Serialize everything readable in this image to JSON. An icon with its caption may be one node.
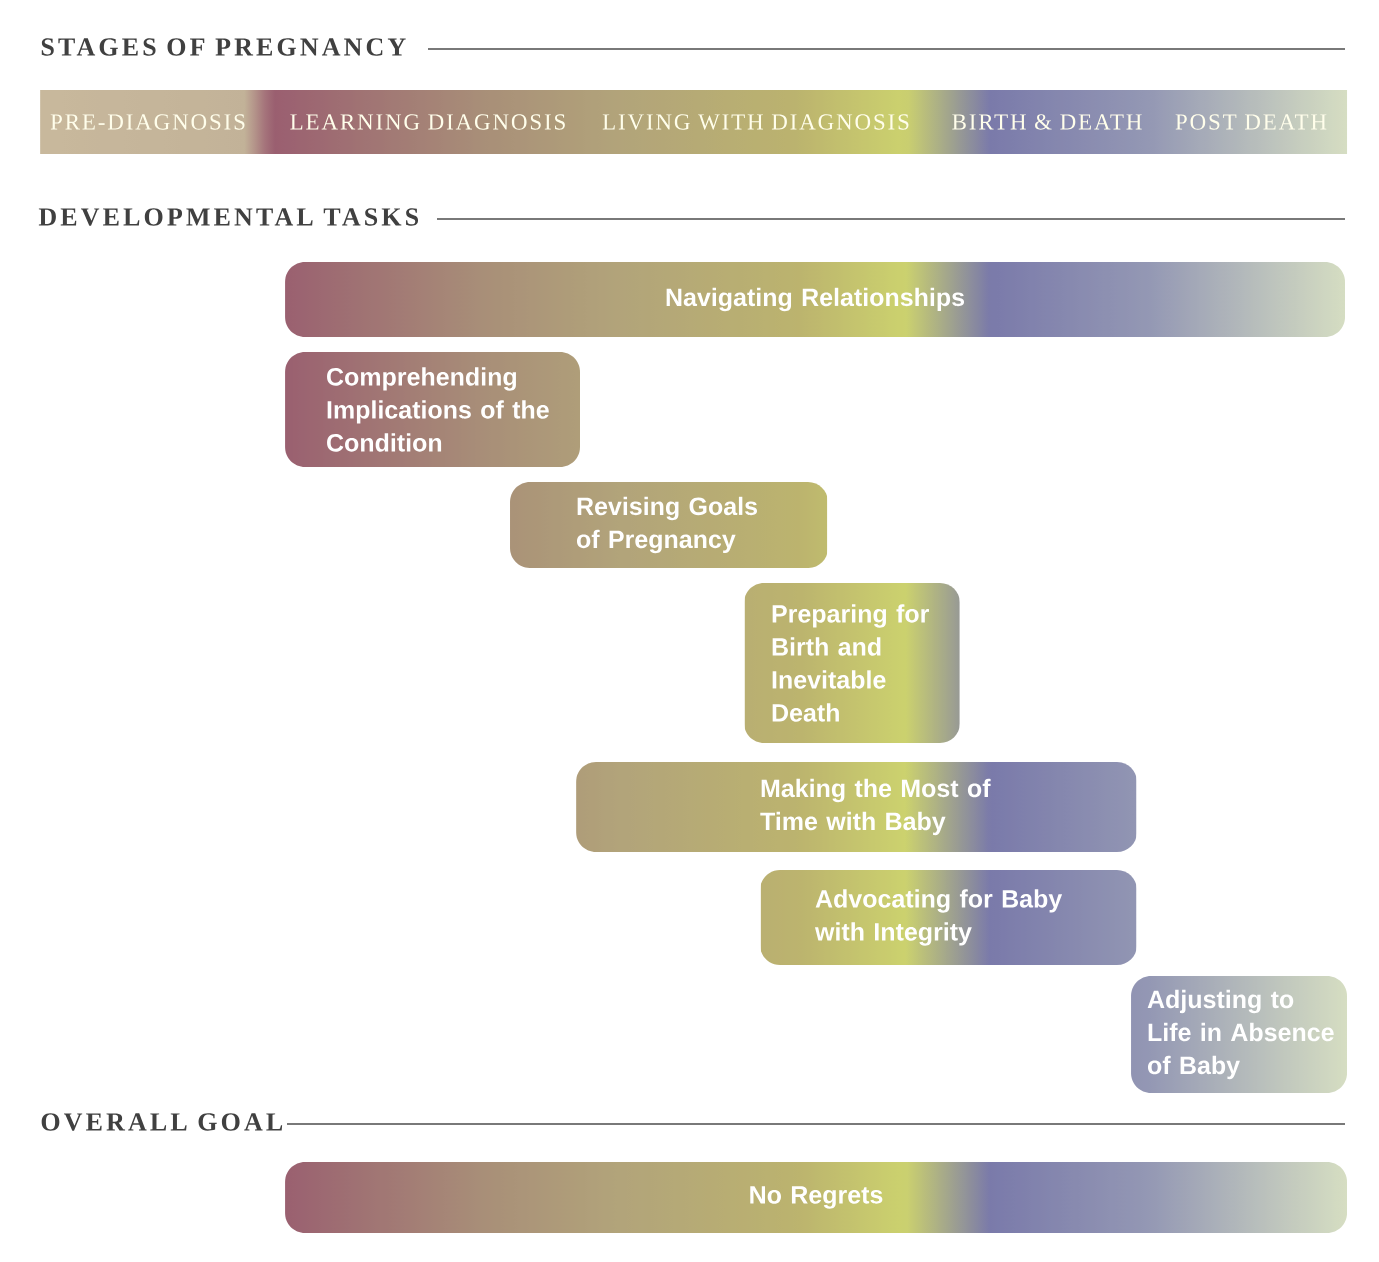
{
  "diagram": {
    "nodes": [
      {
        "text": [
          "PRE-DIAGNOSIS",
          "LEARNING DIAGNOSIS",
          "LIVING WITH DIAGNOSIS",
          "BIRTH & DEATH",
          "POST DEATH"
        ]
      },
      {
        "text": [
          "Navigating Relationships"
        ]
      },
      {
        "text": [
          "Comprehending Implications of the Condition"
        ]
      },
      {
        "text": [
          "Revising Goals of Pregnancy"
        ]
      },
      {
        "text": [
          "Preparing for Birth and Inevitable Death"
        ]
      },
      {
        "text": [
          "Making the Most of Time with Baby"
        ]
      },
      {
        "text": [
          "Advocating for Baby with Integrity"
        ]
      },
      {
        "text": [
          "Adjusting to Life in Absence of Baby"
        ]
      },
      {
        "text": [
          "No Regrets"
        ]
      }
    ],
    "labels": [
      "STAGES OF PREGNANCY",
      "DEVELOPMENTAL TASKS",
      "OVERALL GOAL"
    ]
  }
}
